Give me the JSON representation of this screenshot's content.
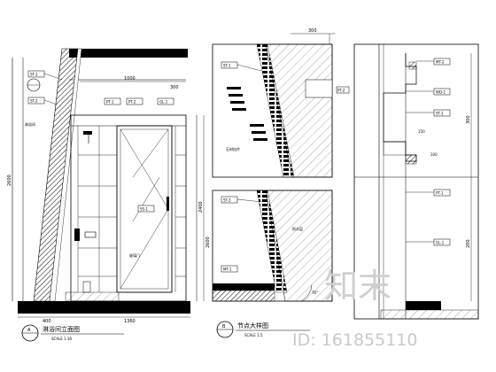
{
  "drawing_a": {
    "marker": "A",
    "title": "淋浴间立面图",
    "scale": "SCALE 1:30",
    "dims": {
      "top_left": "1000",
      "top_right": "300",
      "bottom": "1360",
      "bottom_left": "400",
      "height_left": "2600",
      "height_right": "2400"
    },
    "tags": [
      "ST-1",
      "ST-2",
      "PT-1",
      "PT-2",
      "GL-1",
      "SS-1"
    ],
    "notes": [
      "淋浴间",
      "玻璃门"
    ]
  },
  "drawing_b": {
    "marker": "B",
    "title": "节点大样图",
    "scale": "SCALE 1:5",
    "dims": {
      "top": "300",
      "side": "2600",
      "angle": "76°"
    },
    "tags": [
      "ST-1",
      "PT-2",
      "ST-3",
      "MT-1"
    ],
    "notes": [
      "石材挂件",
      "防水层"
    ]
  },
  "drawing_c": {
    "dims": {
      "d1": "300",
      "d2": "150",
      "d3": "200",
      "d4": "100"
    },
    "tags": [
      "MT-2",
      "WD-1",
      "ST-1",
      "PT-1",
      "GL-1"
    ]
  },
  "watermark": {
    "brand": "知末",
    "id_text": "ID: 161855110"
  }
}
